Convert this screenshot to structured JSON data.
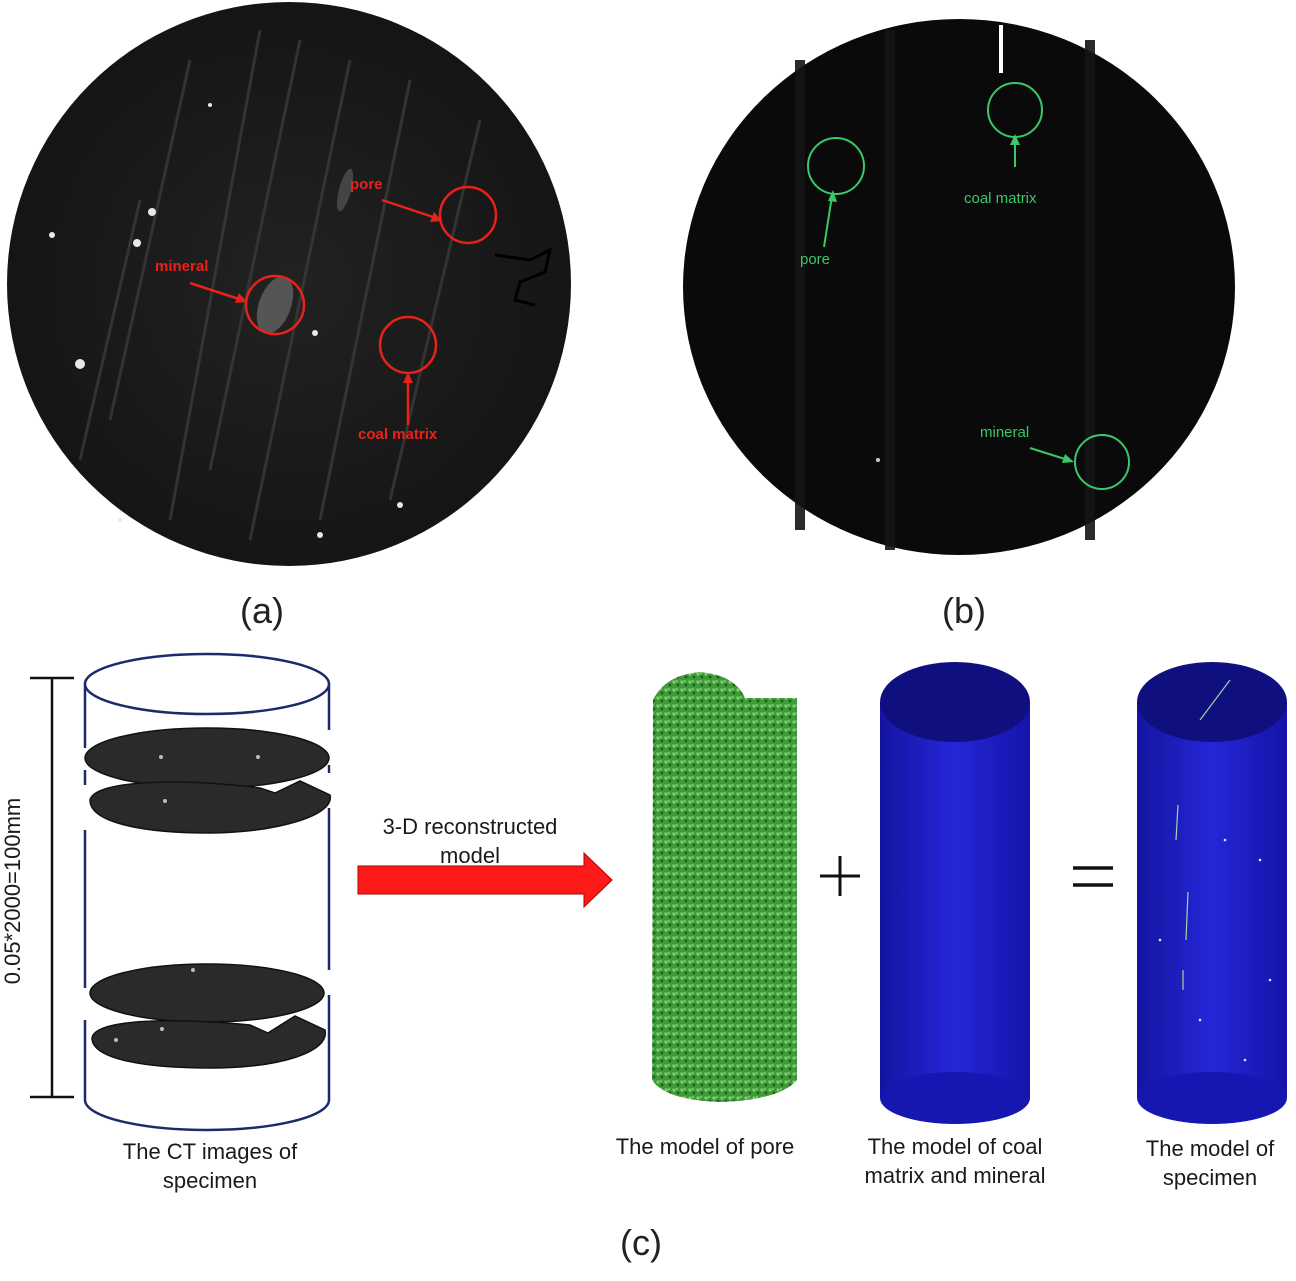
{
  "figure": {
    "panels": {
      "a": {
        "label": "(a)",
        "annotation_color": "#e8221b",
        "annotations": {
          "pore": "pore",
          "mineral": "mineral",
          "coal_matrix": "coal matrix"
        }
      },
      "b": {
        "label": "(b)",
        "annotation_color": "#3cc66a",
        "annotations": {
          "pore": "pore",
          "coal_matrix": "coal matrix",
          "mineral": "mineral"
        }
      },
      "c": {
        "label": "(c)",
        "scale_label": "0.05*2000=100mm",
        "arrow_label_line1": "3-D reconstructed",
        "arrow_label_line2": "model",
        "plus_symbol": "+",
        "equals_symbol": "=",
        "captions": {
          "ct_images_line1": "The CT images of",
          "ct_images_line2": "specimen",
          "pore_model": "The model of pore",
          "matrix_model_line1": "The model of coal",
          "matrix_model_line2": "matrix and mineral",
          "specimen_model_line1": "The model of",
          "specimen_model_line2": "specimen"
        },
        "colors": {
          "pore_green": "#3f9a3a",
          "matrix_blue": "#1f1fc8",
          "arrow_red": "#ff1a1a",
          "cylinder_outline": "#1c2a6b"
        }
      }
    }
  }
}
